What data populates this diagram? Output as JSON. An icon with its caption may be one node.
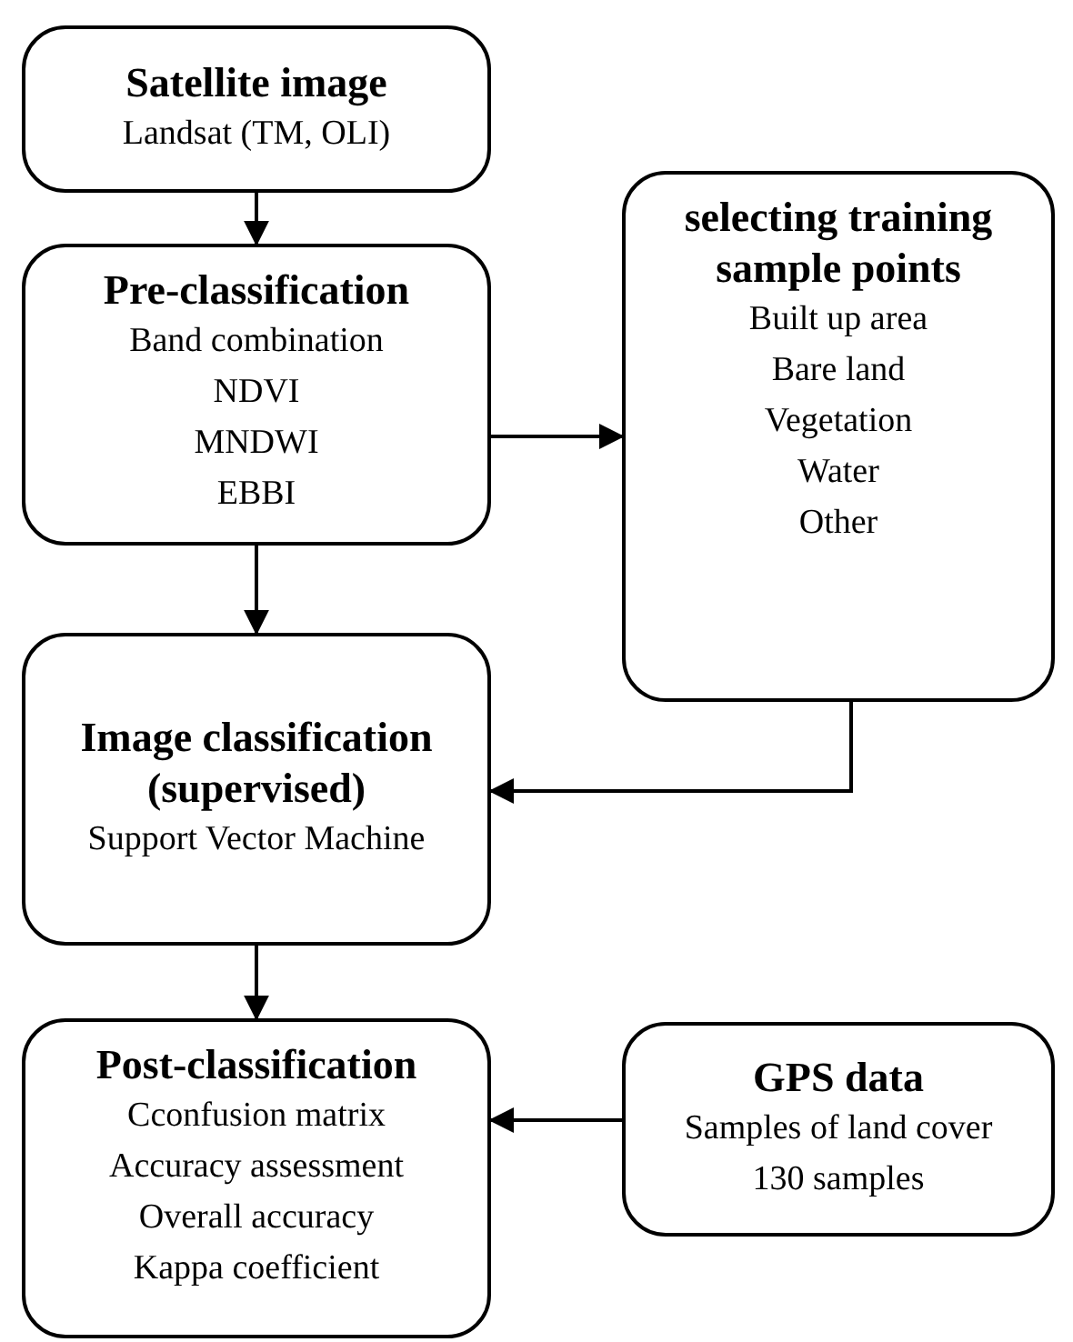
{
  "diagram": {
    "nodes": [
      {
        "text": [
          "Satellite image",
          "Landsat (TM, OLI)"
        ]
      },
      {
        "text": [
          "Pre-classification",
          "Band combination",
          "NDVI",
          "MNDWI",
          "EBBI"
        ]
      },
      {
        "text": [
          "selecting training sample points",
          "Built up area",
          "Bare land",
          "Vegetation",
          "Water",
          "Other"
        ]
      },
      {
        "text": [
          "Image classification (supervised)",
          "Support Vector Machine"
        ]
      },
      {
        "text": [
          "Post-classification",
          "Cconfusion matrix",
          "Accuracy assessment",
          "Overall accuracy",
          "Kappa coefficient"
        ]
      },
      {
        "text": [
          "GPS data",
          "Samples of land cover",
          "130 samples"
        ]
      }
    ],
    "edges": [
      {
        "from": 0,
        "to": 1,
        "arrow": "to"
      },
      {
        "from": 1,
        "to": 2,
        "arrow": "to"
      },
      {
        "from": 1,
        "to": 3,
        "arrow": "to"
      },
      {
        "from": 2,
        "to": 3,
        "arrow": "to"
      },
      {
        "from": 3,
        "to": 4,
        "arrow": "to"
      },
      {
        "from": 5,
        "to": 4,
        "arrow": "to"
      }
    ]
  }
}
